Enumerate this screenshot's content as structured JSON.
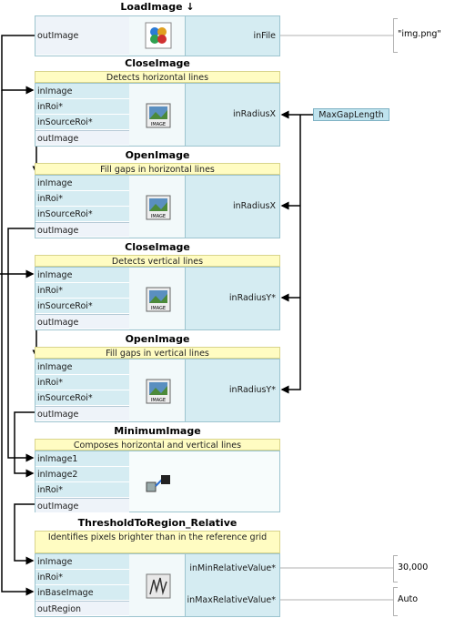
{
  "blocks": {
    "load": {
      "title": "LoadImage",
      "title_icon": "down-arrow-icon",
      "out": "outImage",
      "in": "inFile",
      "value": "\"img.png\""
    },
    "close1": {
      "title": "CloseImage",
      "desc": "Detects horizontal lines",
      "ports": [
        "inImage",
        "inRoi*",
        "inSourceRoi*"
      ],
      "out": "outImage",
      "param": "inRadiusX"
    },
    "open1": {
      "title": "OpenImage",
      "desc": "Fill gaps in horizontal lines",
      "ports": [
        "inImage",
        "inRoi*",
        "inSourceRoi*"
      ],
      "out": "outImage",
      "param": "inRadiusX"
    },
    "close2": {
      "title": "CloseImage",
      "desc": "Detects vertical lines",
      "ports": [
        "inImage",
        "inRoi*",
        "inSourceRoi*"
      ],
      "out": "outImage",
      "param": "inRadiusY*"
    },
    "open2": {
      "title": "OpenImage",
      "desc": "Fill gaps in vertical lines",
      "ports": [
        "inImage",
        "inRoi*",
        "inSourceRoi*"
      ],
      "out": "outImage",
      "param": "inRadiusY*"
    },
    "min": {
      "title": "MinimumImage",
      "desc": "Composes horizontal and vertical lines",
      "ports": [
        "inImage1",
        "inImage2",
        "inRoi*"
      ],
      "out": "outImage"
    },
    "thr": {
      "title": "ThresholdToRegion_Relative",
      "desc": "Identifies pixels brighter than in the reference grid",
      "ports": [
        "inImage",
        "inRoi*",
        "inBaseImage"
      ],
      "out": "outRegion",
      "params": [
        "inMinRelativeValue*",
        "inMaxRelativeValue*"
      ],
      "values": [
        "30,000",
        "Auto"
      ]
    }
  },
  "global_param": "MaxGapLength",
  "colors": {
    "port_bg": "#d5ecf2",
    "desc_bg": "#fffcc2",
    "global_bg": "#bfe3ee",
    "wire": "#000000"
  }
}
